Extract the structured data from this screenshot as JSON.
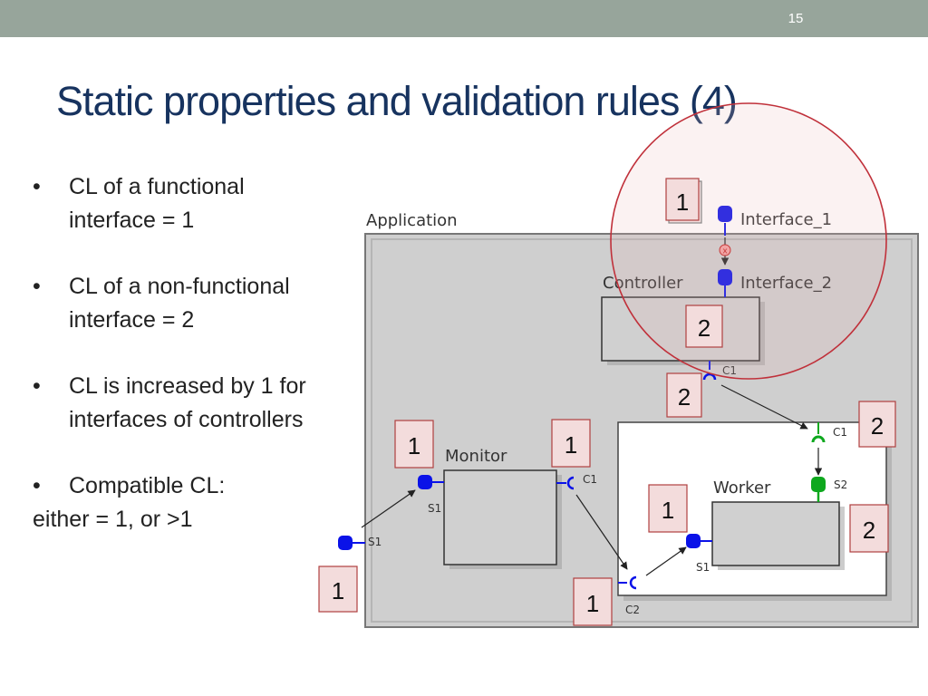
{
  "slide": {
    "page_number": "15",
    "title": "Static properties and validation rules (4)"
  },
  "bullets": [
    {
      "text": "CL of a functional interface = 1"
    },
    {
      "text": "CL of a non-functional interface = 2"
    },
    {
      "text": "CL is increased by 1 for interfaces of controllers"
    },
    {
      "text": "Compatible CL:",
      "continuation": "either = 1, or >1"
    }
  ],
  "diagram": {
    "components": {
      "application": "Application",
      "controller": "Controller",
      "monitor": "Monitor",
      "worker": "Worker"
    },
    "interfaces": {
      "interface_1": "Interface_1",
      "interface_2": "Interface_2",
      "controller_c1": "C1",
      "worker_c1": "C1",
      "worker_s2": "S2",
      "monitor_s1": "S1",
      "monitor_c1": "C1",
      "app_s1": "S1",
      "inner_c2": "C2",
      "worker_s1": "S1"
    },
    "badges": {
      "interface_1": "1",
      "interface_2": "2",
      "controller_c1": "2",
      "worker_c1": "2",
      "worker_s2": "2",
      "monitor_s1": "1",
      "monitor_c1": "1",
      "worker_s1": "1",
      "app_s1": "1",
      "inner_c2": "1"
    },
    "colors": {
      "functional_interface": "#0a12e8",
      "controller_interface": "#0ea81e",
      "highlight_circle": "#c0303a",
      "badge_fill": "#f3dcdc",
      "badge_border": "#b04040"
    }
  }
}
